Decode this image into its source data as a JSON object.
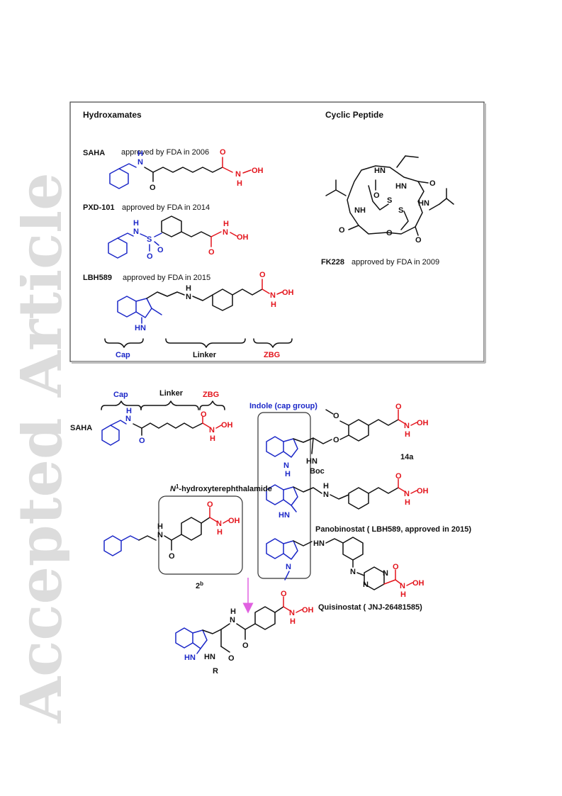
{
  "watermark": "Accepted Article",
  "top_panel": {
    "hydroxamates_title": "Hydroxamates",
    "cyclic_title": "Cyclic Peptide",
    "saha": {
      "name": "SAHA",
      "note": "approved by FDA in 2006"
    },
    "pxd": {
      "name": "PXD-101",
      "note": "approved by FDA  in 2014"
    },
    "lbh": {
      "name": "LBH589",
      "note": "approved by FDA  in 2015"
    },
    "fk": {
      "name": "FK228",
      "note": "approved by FDA in 2009"
    },
    "cap": "Cap",
    "linker": "Linker",
    "zbg": "ZBG"
  },
  "bottom_panel": {
    "cap": "Cap",
    "linker": "Linker",
    "zbg": "ZBG",
    "saha": "SAHA",
    "indole_title": "Indole (cap group)",
    "hydroxyterephthalamide": "N",
    "hydroxyterephthalamide_sup": "1",
    "hydroxyterephthalamide_rest": "-hydroxyterephthalamide",
    "cmpd2": "2",
    "cmpd2_sup": "b",
    "cmpd14a": "14a",
    "boc": "Boc",
    "panobinostat": "Panobinostat ( LBH589, approved in 2015)",
    "quisinostat": "Quisinostat ( JNJ-26481585)",
    "r_group": "R"
  },
  "atoms": {
    "o": "O",
    "n": "N",
    "h": "H",
    "oh": "OH",
    "s": "S",
    "hn": "HN",
    "nh": "NH"
  },
  "colors": {
    "cap": "#1c28c8",
    "zbg": "#e3141c",
    "linker": "#111111",
    "arrow": "#e060e0",
    "watermark": "#dcdcdc"
  }
}
